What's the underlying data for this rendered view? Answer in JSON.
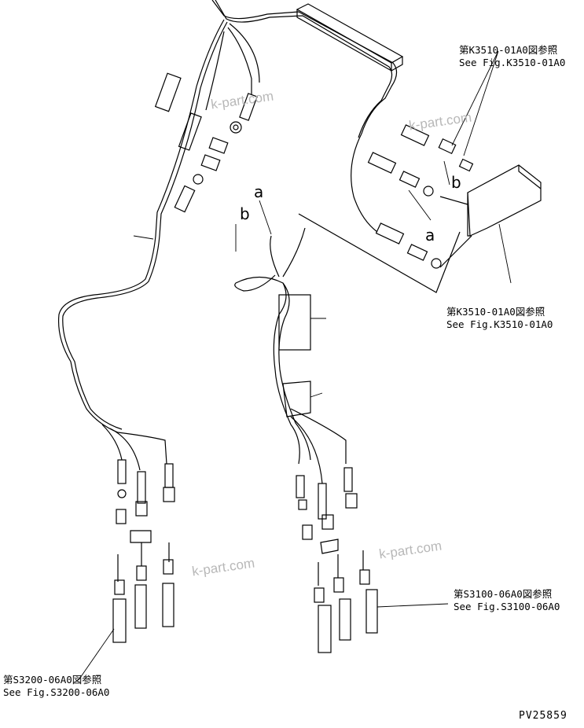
{
  "references": [
    {
      "id": "k3510_top",
      "jp": "第K3510-01A0図参照",
      "en": "See Fig.K3510-01A0"
    },
    {
      "id": "k3510_mid",
      "jp": "第K3510-01A0図参照",
      "en": "See Fig.K3510-01A0"
    },
    {
      "id": "s3100",
      "jp": "第S3100-06A0図参照",
      "en": "See Fig.S3100-06A0"
    },
    {
      "id": "s3200",
      "jp": "第S3200-06A0図参照",
      "en": "See Fig.S3200-06A0"
    }
  ],
  "callouts": {
    "a_upper": "a",
    "b_upper": "b",
    "a_lower": "a",
    "b_right": "b"
  },
  "watermarks": [
    "k-part.com",
    "k-part.com",
    "k-part.com",
    "k-part.com"
  ],
  "drawing_number": "PV25859"
}
